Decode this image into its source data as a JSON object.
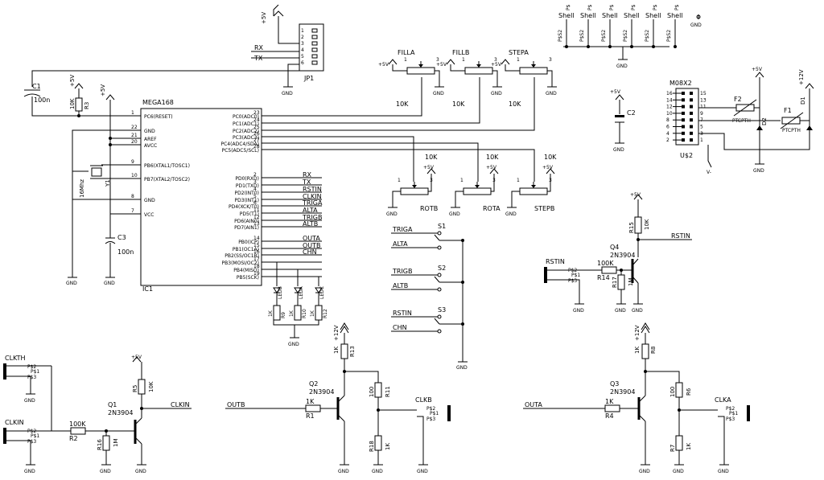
{
  "ic1": {
    "name": "IC1",
    "type": "MEGA168",
    "left_pins": [
      {
        "num": "1",
        "name": "PC6(RESET)"
      },
      {
        "num": "22",
        "name": "GND"
      },
      {
        "num": "21",
        "name": "AREF"
      },
      {
        "num": "20",
        "name": "AVCC"
      },
      {
        "num": "9",
        "name": "PB6(XTAL1/TOSC1)"
      },
      {
        "num": "10",
        "name": "PB7(XTAL2/TOSC2)"
      },
      {
        "num": "8",
        "name": "GND"
      },
      {
        "num": "7",
        "name": "VCC"
      }
    ],
    "right_pins": [
      {
        "num": "23",
        "name": "PC0(ADC0)",
        "net": ""
      },
      {
        "num": "24",
        "name": "PC1(ADC1)",
        "net": ""
      },
      {
        "num": "25",
        "name": "PC2(ADC2)",
        "net": ""
      },
      {
        "num": "26",
        "name": "PC3(ADC3)",
        "net": ""
      },
      {
        "num": "27",
        "name": "PC4(ADC4/SDA)",
        "net": ""
      },
      {
        "num": "28",
        "name": "PC5(ADC5/SCL)",
        "net": ""
      },
      {
        "num": "2",
        "name": "PD0(RXD)",
        "net": "RX"
      },
      {
        "num": "3",
        "name": "PD1(TXD)",
        "net": "TX"
      },
      {
        "num": "4",
        "name": "PD2(INT0)",
        "net": "RSTIN"
      },
      {
        "num": "5",
        "name": "PD3(INT1)",
        "net": "CLKIN"
      },
      {
        "num": "6",
        "name": "PD4(XCK/T0)",
        "net": "TRIGA"
      },
      {
        "num": "11",
        "name": "PD5(T1)",
        "net": "ALTA"
      },
      {
        "num": "12",
        "name": "PD6(AIN0)",
        "net": "TRIGB"
      },
      {
        "num": "13",
        "name": "PD7(AIN1)",
        "net": "ALTB"
      },
      {
        "num": "14",
        "name": "PB0(ICP)",
        "net": "OUTA"
      },
      {
        "num": "15",
        "name": "PB1(OC1A)",
        "net": "OUTB"
      },
      {
        "num": "16",
        "name": "PB2(SS/OC1B)",
        "net": "CHN"
      },
      {
        "num": "17",
        "name": "PB3(MOSI/OC2)",
        "net": ""
      },
      {
        "num": "18",
        "name": "PB4(MISO)",
        "net": ""
      },
      {
        "num": "19",
        "name": "PB5(SCK)",
        "net": ""
      }
    ]
  },
  "jp1": {
    "name": "JP1",
    "pins": [
      "1",
      "2",
      "3",
      "4",
      "5",
      "6"
    ],
    "rx": "RX",
    "tx": "TX"
  },
  "labels": {
    "vcc5": "+5V",
    "vcc12": "+12V",
    "gnd": "GND",
    "vminus": "V-"
  },
  "pots": {
    "top": [
      {
        "name": "FILLA",
        "value": "10K"
      },
      {
        "name": "FILLB",
        "value": "10K"
      },
      {
        "name": "STEPA",
        "value": "10K"
      }
    ],
    "bottom": [
      {
        "name": "ROTB",
        "value": "10K"
      },
      {
        "name": "ROTA",
        "value": "10K"
      },
      {
        "name": "STEPB",
        "value": "10K"
      }
    ],
    "pin_labels": [
      "1",
      "2",
      "3"
    ]
  },
  "parts": {
    "c1": {
      "name": "C1",
      "value": "100n"
    },
    "c2": {
      "name": "C2"
    },
    "c3": {
      "name": "C3",
      "value": "100n"
    },
    "r3": {
      "name": "R3",
      "value": "10K"
    },
    "y1": {
      "name": "Y1",
      "value": "16Mhz"
    },
    "r5": {
      "name": "R5",
      "value": "10K"
    },
    "r2": {
      "name": "R2",
      "value": "100K"
    },
    "r16": {
      "name": "R16",
      "value": "1M"
    },
    "q1": {
      "name": "Q1",
      "type": "2N3904"
    },
    "r1": {
      "name": "R1",
      "value": "1K"
    },
    "q2": {
      "name": "Q2",
      "type": "2N3904"
    },
    "r13": {
      "name": "R13",
      "value": "1K"
    },
    "r11": {
      "name": "R11",
      "value": "100"
    },
    "r18": {
      "name": "R18",
      "value": "1K"
    },
    "r4": {
      "name": "R4",
      "value": "1K"
    },
    "q3": {
      "name": "Q3",
      "type": "2N3904"
    },
    "r8": {
      "name": "R8",
      "value": "1K"
    },
    "r6": {
      "name": "R6",
      "value": "100"
    },
    "r7": {
      "name": "R7",
      "value": "1K"
    },
    "r15": {
      "name": "R15",
      "value": "10K"
    },
    "q4": {
      "name": "Q4",
      "type": "2N3904"
    },
    "r14": {
      "name": "R14",
      "value": "100K"
    },
    "r17": {
      "name": "R17",
      "value": "1M"
    },
    "r9": {
      "name": "R9",
      "value": "1K"
    },
    "r10": {
      "name": "R10",
      "value": "1K"
    },
    "r12": {
      "name": "R12",
      "value": "1K"
    },
    "led_b": {
      "name": "LEDB"
    },
    "led_a": {
      "name": "LEDA"
    },
    "led_c": {
      "name": "LEDC"
    },
    "f1": {
      "name": "F1",
      "type": "PTCPTH"
    },
    "f2": {
      "name": "F2",
      "type": "PTCPTH"
    },
    "d1": {
      "name": "D1"
    },
    "d2": {
      "name": "D2"
    },
    "u2": {
      "name": "U$2",
      "type": "M08X2"
    }
  },
  "header_pins": {
    "left": [
      "16",
      "14",
      "12",
      "10",
      "8",
      "6",
      "4",
      "2"
    ],
    "right": [
      "15",
      "13",
      "11",
      "9",
      "7",
      "5",
      "3",
      "1"
    ]
  },
  "switches": [
    {
      "name": "S1",
      "a": "TRIGA",
      "b": "ALTA"
    },
    {
      "name": "S2",
      "a": "TRIGB",
      "b": "ALTB"
    },
    {
      "name": "S3",
      "a": "RSTIN",
      "b": "CHN"
    }
  ],
  "jacks": [
    {
      "name": "CLKTH",
      "p2": "P$2",
      "p1": "P$1",
      "p3": "P$3"
    },
    {
      "name": "CLKIN",
      "p2": "P$2",
      "p1": "P$1",
      "p3": "P$3"
    },
    {
      "name": "RSTIN",
      "p2": "P$2",
      "p1": "P$1",
      "p3": "P$3"
    },
    {
      "name": "CLKB",
      "p2": "P$2",
      "p1": "P$1",
      "p3": "P$3"
    },
    {
      "name": "CLKA",
      "p2": "P$2",
      "p1": "P$1",
      "p3": "P$3"
    }
  ],
  "shields": {
    "label": "Shell",
    "pin": "P$",
    "sub": "P$S2",
    "count": 6
  },
  "nets": {
    "clkin": "CLKIN",
    "outb": "OUTB",
    "outa": "OUTA",
    "rstin": "RSTIN"
  }
}
